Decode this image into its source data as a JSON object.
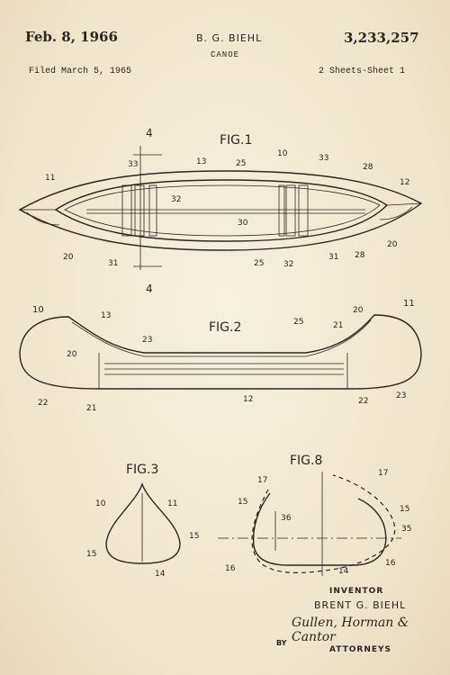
{
  "header": {
    "date": "Feb. 8, 1966",
    "inventor_short": "B. G. BIEHL",
    "patent_number": "3,233,257",
    "subject": "CANOE",
    "filed": "Filed March 5, 1965",
    "sheets": "2 Sheets-Sheet 1"
  },
  "figures": {
    "fig1": "FIG.1",
    "fig2": "FIG.2",
    "fig3": "FIG.3",
    "fig8": "FIG.8"
  },
  "refs": {
    "fig1": [
      "4",
      "4",
      "10",
      "11",
      "12",
      "13",
      "20",
      "20",
      "25",
      "25",
      "28",
      "28",
      "30",
      "31",
      "31",
      "32",
      "32",
      "33",
      "33"
    ],
    "fig2": [
      "10",
      "11",
      "12",
      "13",
      "20",
      "20",
      "21",
      "21",
      "22",
      "22",
      "23",
      "23",
      "25"
    ],
    "fig3": [
      "10",
      "11",
      "14",
      "15",
      "15"
    ],
    "fig8": [
      "14",
      "15",
      "15",
      "16",
      "16",
      "17",
      "17",
      "35",
      "36"
    ]
  },
  "footer": {
    "inventor_label": "INVENTOR",
    "inventor_name": "BRENT G. BIEHL",
    "signature": "Gullen, Horman & Cantor",
    "by": "BY",
    "attorneys_label": "ATTORNEYS"
  },
  "colors": {
    "paper": "#f3ead8",
    "ink": "#2b2620"
  }
}
